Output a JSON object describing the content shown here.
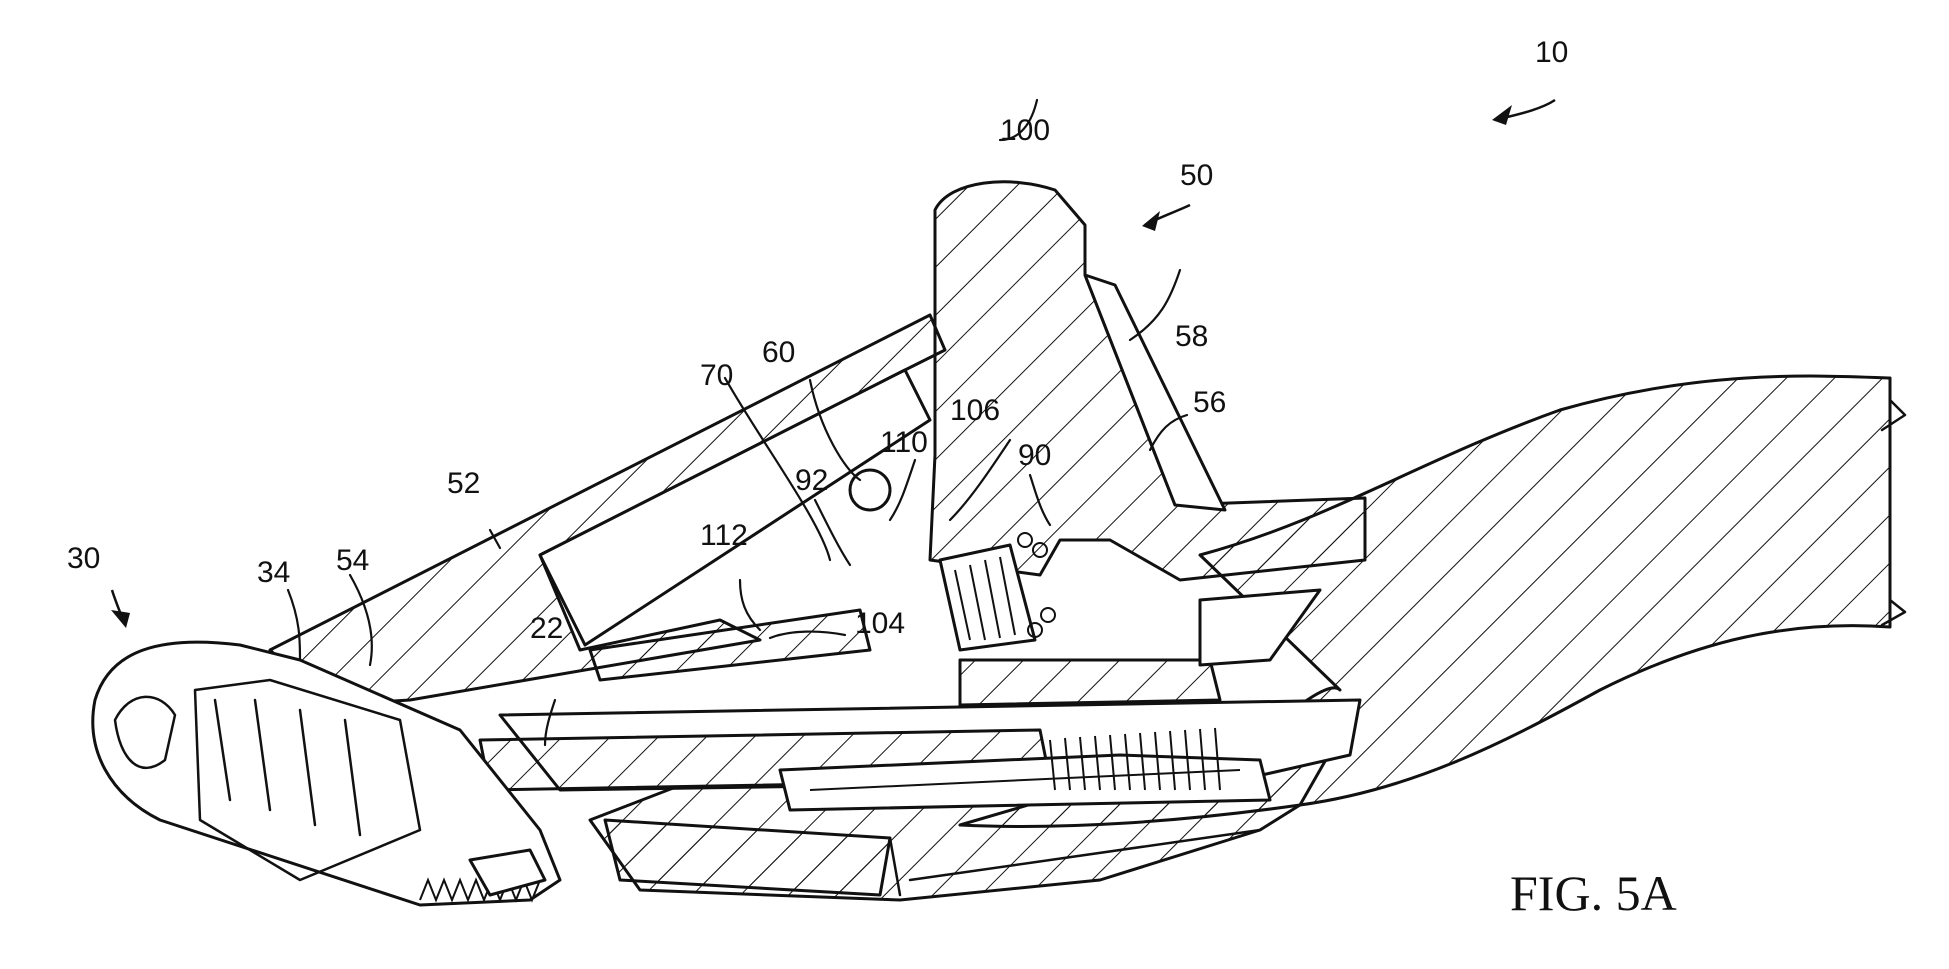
{
  "figure": {
    "caption": "FIG. 5A",
    "labels": {
      "r10": "10",
      "r100": "100",
      "r50": "50",
      "r58": "58",
      "r56": "56",
      "r60": "60",
      "r70": "70",
      "r110": "110",
      "r106": "106",
      "r90": "90",
      "r92": "92",
      "r52": "52",
      "r112": "112",
      "r104": "104",
      "r30": "30",
      "r34": "34",
      "r54": "54",
      "r22": "22"
    }
  },
  "colors": {
    "ink": "#111111",
    "background": "#ffffff"
  }
}
